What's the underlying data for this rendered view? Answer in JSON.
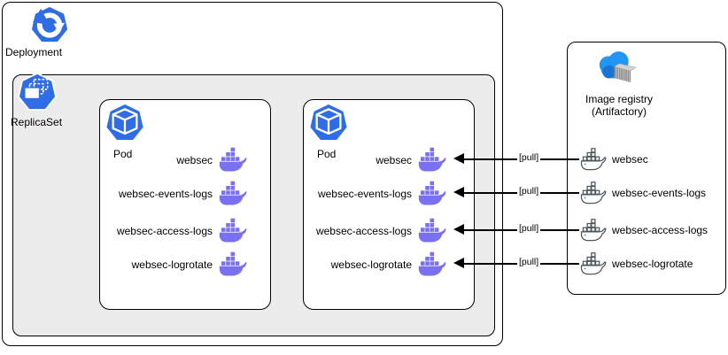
{
  "colors": {
    "kubernetes_blue": "#2E6DE5",
    "docker_purple": "#7A70F2",
    "replicaset_background": "#ECECEC",
    "registry_outline_gray": "#4D585C",
    "cloud_blue": "#2196F3",
    "container_gray": "#909090",
    "arrow_black": "#000000"
  },
  "deployment": {
    "label": "Deployment"
  },
  "replicaset": {
    "label": "ReplicaSet"
  },
  "pods": [
    {
      "label": "Pod",
      "containers": [
        "websec",
        "websec-events-logs",
        "websec-access-logs",
        "websec-logrotate"
      ]
    },
    {
      "label": "Pod",
      "containers": [
        "websec",
        "websec-events-logs",
        "websec-access-logs",
        "websec-logrotate"
      ]
    }
  ],
  "arrows": [
    {
      "label": "[pull]"
    },
    {
      "label": "[pull]"
    },
    {
      "label": "[pull]"
    },
    {
      "label": "[pull]"
    }
  ],
  "registry": {
    "label_line1": "Image registry",
    "label_line2": "(Artifactory)",
    "images": [
      "websec",
      "websec-events-logs",
      "websec-access-logs",
      "websec-logrotate"
    ]
  }
}
